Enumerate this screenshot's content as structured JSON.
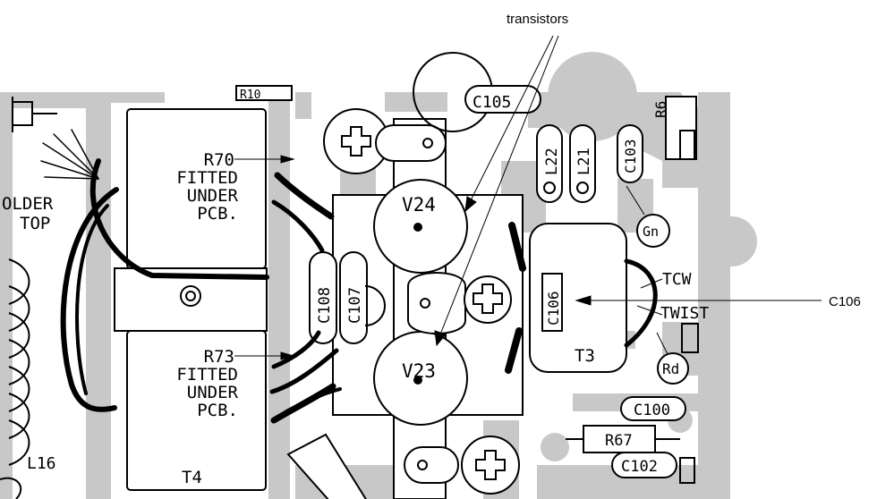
{
  "callouts": {
    "transistors": "transistors",
    "c106": "C106"
  },
  "board": {
    "r70": "R70",
    "r73": "R73",
    "fitted": "FITTED",
    "under": "UNDER",
    "pcb": "PCB.",
    "older": "OLDER",
    "top": "TOP",
    "t4": "T4",
    "t3": "T3",
    "l16": "L16",
    "v24": "V24",
    "v23": "V23",
    "c105": "C105",
    "c108": "C108",
    "c107": "C107",
    "c106_box": "C106",
    "c103": "C103",
    "c100": "C100",
    "c102": "C102",
    "l22": "L22",
    "l21": "L21",
    "r67": "R67",
    "r6": "R6",
    "gn": "Gn",
    "tcw": "TCW",
    "twist": "TWIST",
    "rd": "Rd",
    "r10": "R10"
  },
  "colors": {
    "background": "#ffffff",
    "trace": "#c8c8c8",
    "ink": "#000000"
  }
}
